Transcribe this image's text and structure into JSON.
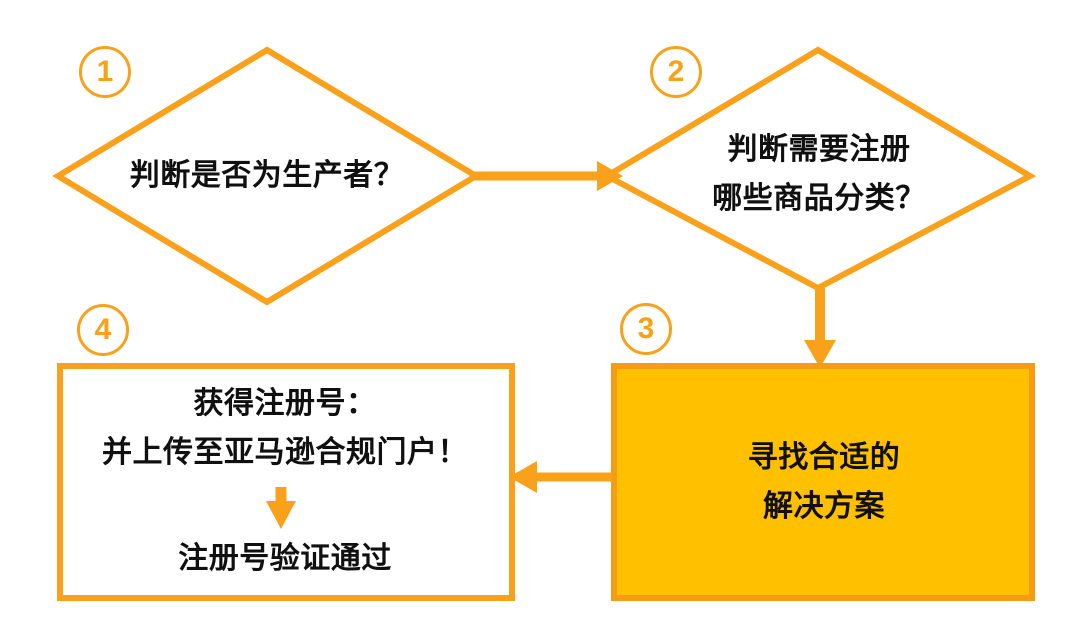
{
  "diagram": {
    "type": "flowchart",
    "title": "",
    "background_color": "#FFFFFF",
    "colors": {
      "stroke": "#F9A11B",
      "box3_fill": "#FFC000",
      "box3_border": "#F59B14",
      "text": "#101010",
      "badge": "#F9A11B"
    },
    "nodes": [
      {
        "id": "step1",
        "badge": "1",
        "shape": "diamond",
        "fill": "none",
        "lines": [
          "判断是否为生产者？"
        ]
      },
      {
        "id": "step2",
        "badge": "2",
        "shape": "diamond",
        "fill": "none",
        "lines": [
          "判断需要注册",
          "哪些商品分类？"
        ]
      },
      {
        "id": "step3",
        "badge": "3",
        "shape": "rectangle",
        "fill": "#FFC000",
        "lines": [
          "寻找合适的",
          "解决方案"
        ]
      },
      {
        "id": "step4",
        "badge": "4",
        "shape": "rectangle",
        "fill": "none",
        "lines_top": [
          "获得注册号：",
          "并上传至亚马逊合规门户！"
        ],
        "inner_arrow": "down-arrow",
        "lines_bottom": [
          "注册号验证通过"
        ]
      }
    ],
    "connectors": [
      {
        "id": "c1",
        "from": "step1",
        "to": "step2",
        "direction": "right"
      },
      {
        "id": "c2",
        "from": "step2",
        "to": "step3",
        "direction": "down"
      },
      {
        "id": "c3",
        "from": "step3",
        "to": "step4",
        "direction": "left"
      },
      {
        "id": "c4",
        "from": "step4-top",
        "to": "step4-bottom",
        "direction": "down"
      }
    ]
  },
  "step1": {
    "badge": "1",
    "line1": "判断是否为生产者？"
  },
  "step2": {
    "badge": "2",
    "line1": "判断需要注册",
    "line2": "哪些商品分类？"
  },
  "step3": {
    "badge": "3",
    "line1": "寻找合适的",
    "line2": "解决方案"
  },
  "step4": {
    "badge": "4",
    "line1": "获得注册号：",
    "line2": "并上传至亚马逊合规门户！",
    "line3": "注册号验证通过"
  }
}
